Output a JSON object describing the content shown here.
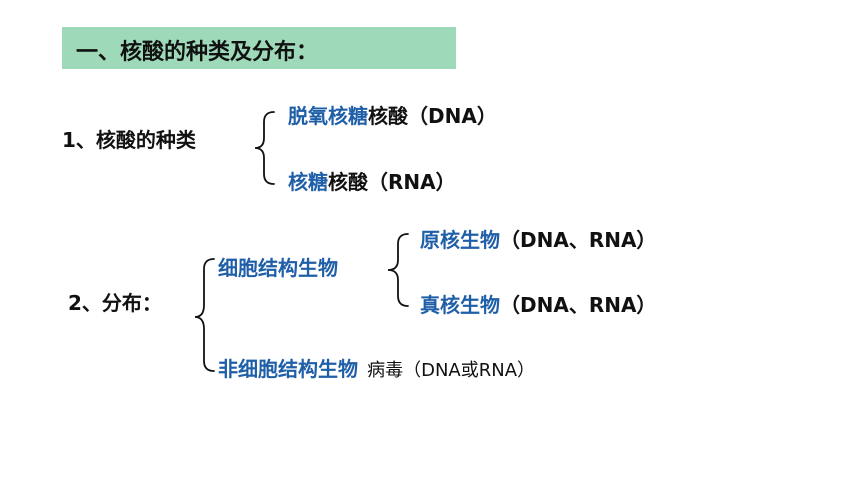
{
  "header": {
    "title": "一、核酸的种类及分布：",
    "background": "#9edab9"
  },
  "section1": {
    "label": "1、核酸的种类",
    "items": [
      {
        "blue": "脱氧核糖",
        "black": "核酸（DNA）"
      },
      {
        "blue": "核糖",
        "black": "核酸（RNA）"
      }
    ]
  },
  "section2": {
    "label": "2、分布：",
    "cellular": {
      "label": "细胞结构生物",
      "items": [
        {
          "blue": "原核生物",
          "black": "（DNA、RNA）"
        },
        {
          "blue": "真核生物",
          "black": "（DNA、RNA）"
        }
      ]
    },
    "noncellular": {
      "label": "非细胞结构生物",
      "example": "病毒",
      "note": "（DNA或RNA）"
    }
  },
  "colors": {
    "blue_text": "#1f5fa8"
  }
}
